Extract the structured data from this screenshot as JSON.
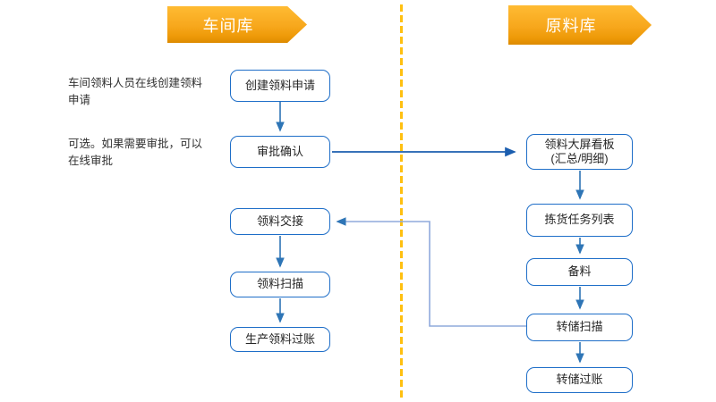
{
  "headers": {
    "left": {
      "label": "车间库"
    },
    "right": {
      "label": "原料库"
    }
  },
  "annotations": [
    {
      "text": "车间领料人员在线创建领料申请"
    },
    {
      "text": "可选。如果需要审批，可以在线审批"
    }
  ],
  "left_flow": [
    {
      "label": "创建领料申请"
    },
    {
      "label": "审批确认"
    },
    {
      "label": "领料交接"
    },
    {
      "label": "领料扫描"
    },
    {
      "label": "生产领料过账"
    }
  ],
  "right_flow": [
    {
      "label": "领料大屏看板",
      "label2": "(汇总/明细)"
    },
    {
      "label": "拣货任务列表"
    },
    {
      "label": "备料"
    },
    {
      "label": "转储扫描"
    },
    {
      "label": "转储过账"
    }
  ],
  "colors": {
    "header_orange": "#F7A71C",
    "divider_gold": "#FFC010",
    "box_border_blue": "#1E6EC8",
    "arrow_blue": "#2E75B6",
    "arrow_dark_blue": "#1B5EAF",
    "connector_light_blue": "#8FAADC",
    "text_dark": "#303030"
  }
}
